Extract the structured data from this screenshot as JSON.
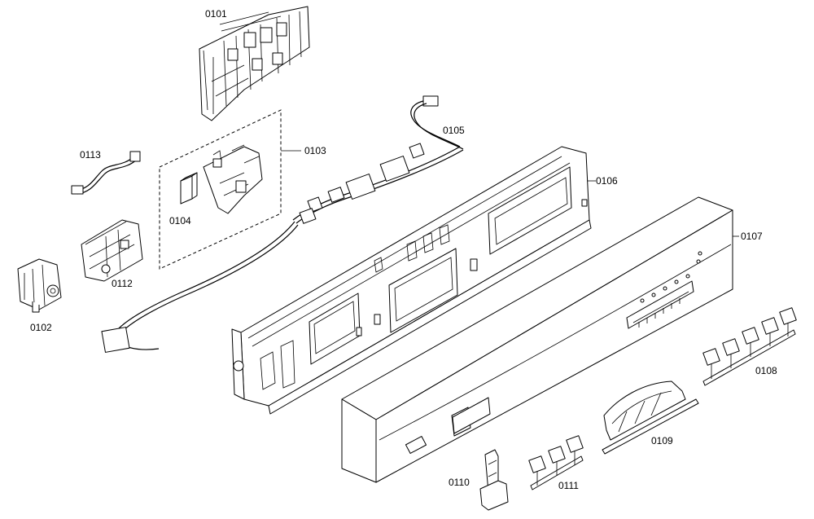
{
  "diagram": {
    "labels": {
      "p0101": "0101",
      "p0102": "0102",
      "p0103": "0103",
      "p0104": "0104",
      "p0105": "0105",
      "p0106": "0106",
      "p0107": "0107",
      "p0108": "0108",
      "p0109": "0109",
      "p0110": "0110",
      "p0111": "0111",
      "p0112": "0112",
      "p0113": "0113"
    }
  }
}
